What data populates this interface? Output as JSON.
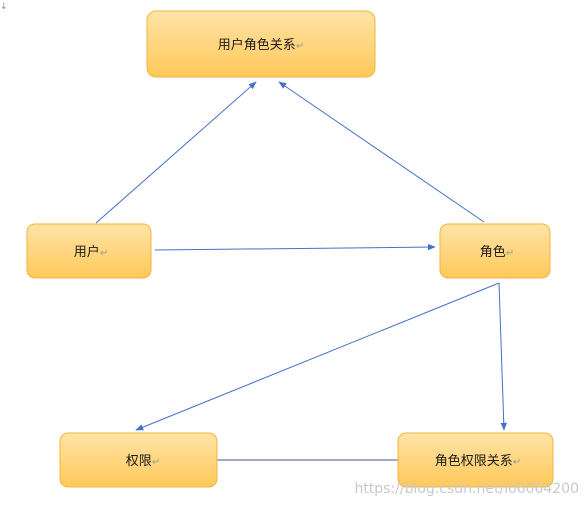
{
  "diagram": {
    "nodes": [
      {
        "id": "user-role",
        "label": "用户角色关系",
        "mark": "↵"
      },
      {
        "id": "user",
        "label": "用户",
        "mark": "↵"
      },
      {
        "id": "role",
        "label": "角色",
        "mark": "↵"
      },
      {
        "id": "permission",
        "label": "权限",
        "mark": "↵"
      },
      {
        "id": "role-permission",
        "label": "角色权限关系",
        "mark": "↵"
      }
    ],
    "edges": [
      {
        "from": "user",
        "to": "user-role",
        "arrow": true
      },
      {
        "from": "role",
        "to": "user-role",
        "arrow": true
      },
      {
        "from": "user",
        "to": "role",
        "arrow": true
      },
      {
        "from": "role",
        "to": "permission",
        "arrow": true
      },
      {
        "from": "role",
        "to": "role-permission",
        "arrow": true
      },
      {
        "from": "permission",
        "to": "role-permission",
        "arrow": false
      }
    ],
    "colors": {
      "node_fill_top": "#ffe3a6",
      "node_fill_bottom": "#ffc95a",
      "node_border": "#f2b53a",
      "edge": "#4472c4"
    }
  },
  "watermark": "https://blog.csdn.net/lo6064200",
  "corner_mark": "↓"
}
